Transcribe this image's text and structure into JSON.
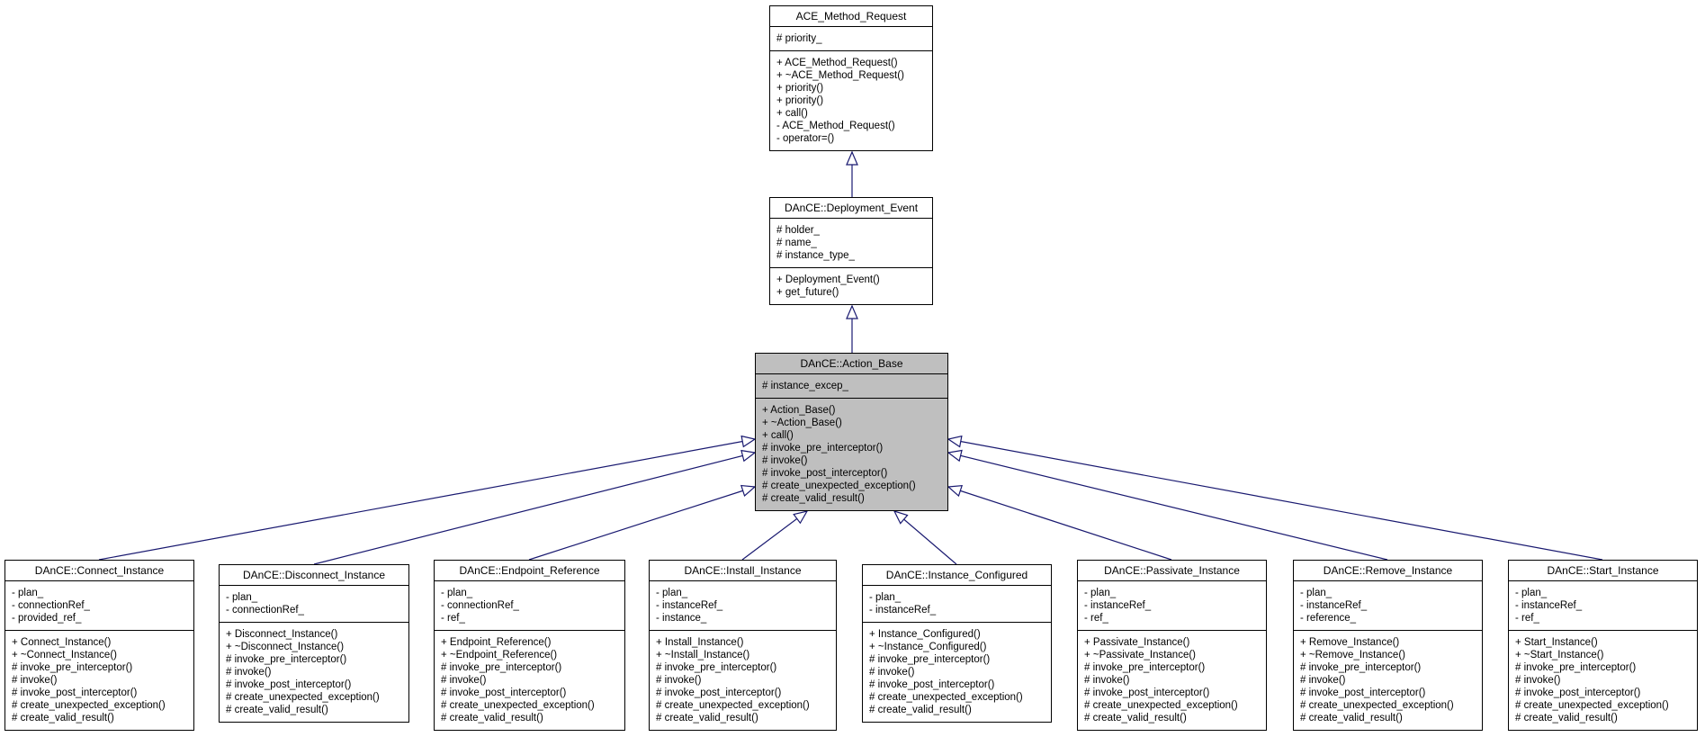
{
  "diagram": {
    "type": "uml-class-inheritance",
    "colors": {
      "arrow": "#191970",
      "highlight_fill": "#BFBFBF",
      "box_fill": "#ffffff",
      "border": "#000000",
      "text": "#000000"
    },
    "classes": [
      {
        "id": "ace-method-request",
        "name": "ACE_Method_Request",
        "attributes": [
          "# priority_"
        ],
        "methods": [
          "+ ACE_Method_Request()",
          "+ ~ACE_Method_Request()",
          "+ priority()",
          "+ priority()",
          "+ call()",
          "- ACE_Method_Request()",
          "- operator=()"
        ]
      },
      {
        "id": "dance-deployment-event",
        "name": "DAnCE::Deployment_Event",
        "attributes": [
          "# holder_",
          "# name_",
          "# instance_type_"
        ],
        "methods": [
          "+ Deployment_Event()",
          "+ get_future()"
        ]
      },
      {
        "id": "dance-action-base",
        "name": "DAnCE::Action_Base",
        "highlight": true,
        "attributes": [
          "# instance_excep_"
        ],
        "methods": [
          "+ Action_Base()",
          "+ ~Action_Base()",
          "+ call()",
          "# invoke_pre_interceptor()",
          "# invoke()",
          "# invoke_post_interceptor()",
          "# create_unexpected_exception()",
          "# create_valid_result()"
        ]
      },
      {
        "id": "dance-connect-instance",
        "name": "DAnCE::Connect_Instance",
        "attributes": [
          "- plan_",
          "- connectionRef_",
          "- provided_ref_"
        ],
        "methods": [
          "+ Connect_Instance()",
          "+ ~Connect_Instance()",
          "# invoke_pre_interceptor()",
          "# invoke()",
          "# invoke_post_interceptor()",
          "# create_unexpected_exception()",
          "# create_valid_result()"
        ]
      },
      {
        "id": "dance-disconnect-instance",
        "name": "DAnCE::Disconnect_Instance",
        "attributes": [
          "- plan_",
          "- connectionRef_"
        ],
        "methods": [
          "+ Disconnect_Instance()",
          "+ ~Disconnect_Instance()",
          "# invoke_pre_interceptor()",
          "# invoke()",
          "# invoke_post_interceptor()",
          "# create_unexpected_exception()",
          "# create_valid_result()"
        ]
      },
      {
        "id": "dance-endpoint-reference",
        "name": "DAnCE::Endpoint_Reference",
        "attributes": [
          "- plan_",
          "- connectionRef_",
          "- ref_"
        ],
        "methods": [
          "+ Endpoint_Reference()",
          "+ ~Endpoint_Reference()",
          "# invoke_pre_interceptor()",
          "# invoke()",
          "# invoke_post_interceptor()",
          "# create_unexpected_exception()",
          "# create_valid_result()"
        ]
      },
      {
        "id": "dance-install-instance",
        "name": "DAnCE::Install_Instance",
        "attributes": [
          "- plan_",
          "- instanceRef_",
          "- instance_"
        ],
        "methods": [
          "+ Install_Instance()",
          "+ ~Install_Instance()",
          "# invoke_pre_interceptor()",
          "# invoke()",
          "# invoke_post_interceptor()",
          "# create_unexpected_exception()",
          "# create_valid_result()"
        ]
      },
      {
        "id": "dance-instance-configured",
        "name": "DAnCE::Instance_Configured",
        "attributes": [
          "- plan_",
          "- instanceRef_"
        ],
        "methods": [
          "+ Instance_Configured()",
          "+ ~Instance_Configured()",
          "# invoke_pre_interceptor()",
          "# invoke()",
          "# invoke_post_interceptor()",
          "# create_unexpected_exception()",
          "# create_valid_result()"
        ]
      },
      {
        "id": "dance-passivate-instance",
        "name": "DAnCE::Passivate_Instance",
        "attributes": [
          "- plan_",
          "- instanceRef_",
          "- ref_"
        ],
        "methods": [
          "+ Passivate_Instance()",
          "+ ~Passivate_Instance()",
          "# invoke_pre_interceptor()",
          "# invoke()",
          "# invoke_post_interceptor()",
          "# create_unexpected_exception()",
          "# create_valid_result()"
        ]
      },
      {
        "id": "dance-remove-instance",
        "name": "DAnCE::Remove_Instance",
        "attributes": [
          "- plan_",
          "- instanceRef_",
          "- reference_"
        ],
        "methods": [
          "+ Remove_Instance()",
          "+ ~Remove_Instance()",
          "# invoke_pre_interceptor()",
          "# invoke()",
          "# invoke_post_interceptor()",
          "# create_unexpected_exception()",
          "# create_valid_result()"
        ]
      },
      {
        "id": "dance-start-instance",
        "name": "DAnCE::Start_Instance",
        "attributes": [
          "- plan_",
          "- instanceRef_",
          "- ref_"
        ],
        "methods": [
          "+ Start_Instance()",
          "+ ~Start_Instance()",
          "# invoke_pre_interceptor()",
          "# invoke()",
          "# invoke_post_interceptor()",
          "# create_unexpected_exception()",
          "# create_valid_result()"
        ]
      }
    ],
    "edges": [
      {
        "from": "dance-deployment-event",
        "to": "ace-method-request",
        "type": "inheritance"
      },
      {
        "from": "dance-action-base",
        "to": "dance-deployment-event",
        "type": "inheritance"
      },
      {
        "from": "dance-connect-instance",
        "to": "dance-action-base",
        "type": "inheritance"
      },
      {
        "from": "dance-disconnect-instance",
        "to": "dance-action-base",
        "type": "inheritance"
      },
      {
        "from": "dance-endpoint-reference",
        "to": "dance-action-base",
        "type": "inheritance"
      },
      {
        "from": "dance-install-instance",
        "to": "dance-action-base",
        "type": "inheritance"
      },
      {
        "from": "dance-instance-configured",
        "to": "dance-action-base",
        "type": "inheritance"
      },
      {
        "from": "dance-passivate-instance",
        "to": "dance-action-base",
        "type": "inheritance"
      },
      {
        "from": "dance-remove-instance",
        "to": "dance-action-base",
        "type": "inheritance"
      },
      {
        "from": "dance-start-instance",
        "to": "dance-action-base",
        "type": "inheritance"
      }
    ]
  }
}
